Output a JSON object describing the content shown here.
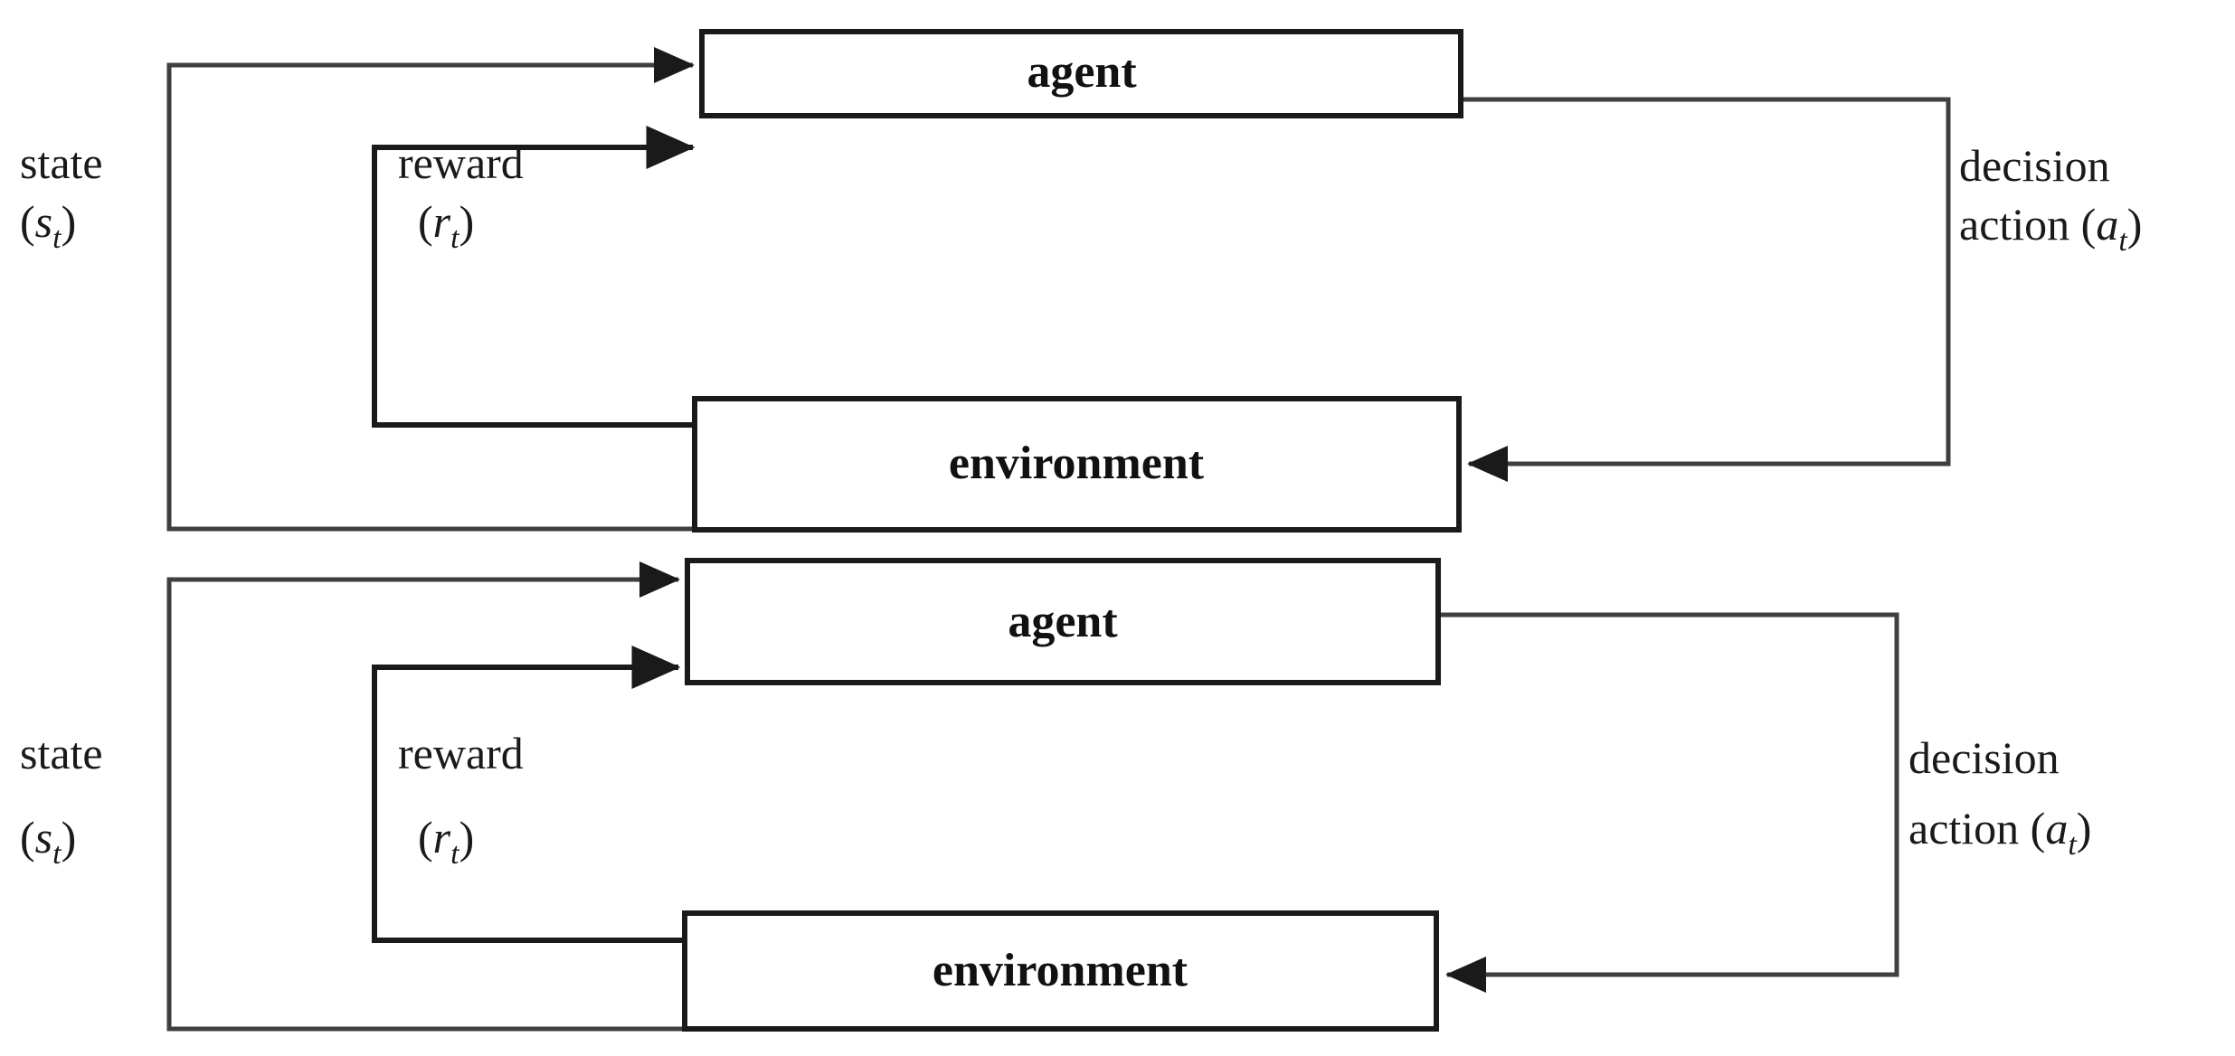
{
  "figure": {
    "type": "block-diagram",
    "description": "Two identical reinforcement learning agent-environment interaction loops stacked vertically",
    "background_color": "#ffffff",
    "line_color": "#1a1a1a",
    "text_color": "#111111"
  },
  "diagrams": [
    {
      "id": "top",
      "nodes": [
        {
          "id": "agent",
          "label": "agent"
        },
        {
          "id": "environment",
          "label": "environment"
        }
      ],
      "edges": [
        {
          "id": "state",
          "label_line1": "state",
          "label_sym_open": "(",
          "label_sym_var": "s",
          "label_sym_sub": "t",
          "label_sym_close": ")",
          "from": "environment",
          "to": "agent"
        },
        {
          "id": "reward",
          "label_line1": "reward",
          "label_sym_open": "(",
          "label_sym_var": "r",
          "label_sym_sub": "t",
          "label_sym_close": ")",
          "from": "environment",
          "to": "agent"
        },
        {
          "id": "action",
          "label_line1": "decision",
          "label_line2_prefix": "action ",
          "label_sym_open": "(",
          "label_sym_var": "a",
          "label_sym_sub": "t",
          "label_sym_close": ")",
          "from": "agent",
          "to": "environment"
        }
      ]
    },
    {
      "id": "bottom",
      "nodes": [
        {
          "id": "agent",
          "label": "agent"
        },
        {
          "id": "environment",
          "label": "environment"
        }
      ],
      "edges": [
        {
          "id": "state",
          "label_line1": "state",
          "label_sym_open": "(",
          "label_sym_var": "s",
          "label_sym_sub": "t",
          "label_sym_close": ")",
          "from": "environment",
          "to": "agent"
        },
        {
          "id": "reward",
          "label_line1": "reward",
          "label_sym_open": "(",
          "label_sym_var": "r",
          "label_sym_sub": "t",
          "label_sym_close": ")",
          "from": "environment",
          "to": "agent"
        },
        {
          "id": "action",
          "label_line1": "decision",
          "label_line2_prefix": "action ",
          "label_sym_open": "(",
          "label_sym_var": "a",
          "label_sym_sub": "t",
          "label_sym_close": ")",
          "from": "agent",
          "to": "environment"
        }
      ]
    }
  ]
}
